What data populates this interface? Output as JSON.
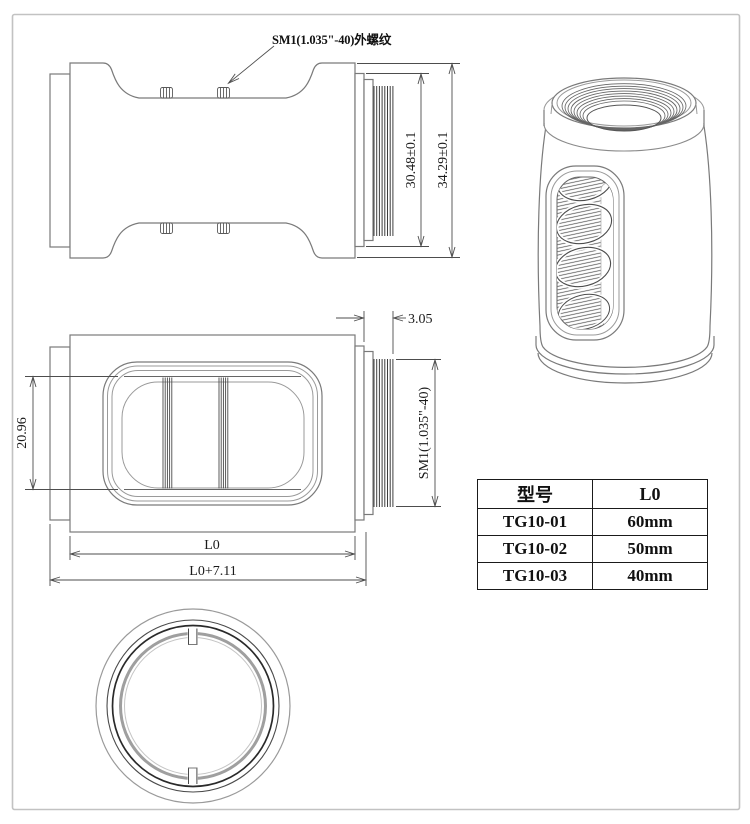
{
  "callout": {
    "thread_label": "SM1(1.035\"-40)外螺纹"
  },
  "dimensions": {
    "stepring_od": "30.48±0.1",
    "body_od": "34.29±0.1",
    "window_height": "20.96",
    "thread_length": "3.05",
    "thread_spec": "SM1(1.035\"-40)",
    "inner_length": "L0",
    "overall_length": "L0+7.11"
  },
  "table": {
    "headers": [
      "型号",
      "L0"
    ],
    "rows": [
      {
        "model": "TG10-01",
        "l0": "60mm"
      },
      {
        "model": "TG10-02",
        "l0": "50mm"
      },
      {
        "model": "TG10-03",
        "l0": "40mm"
      }
    ]
  }
}
